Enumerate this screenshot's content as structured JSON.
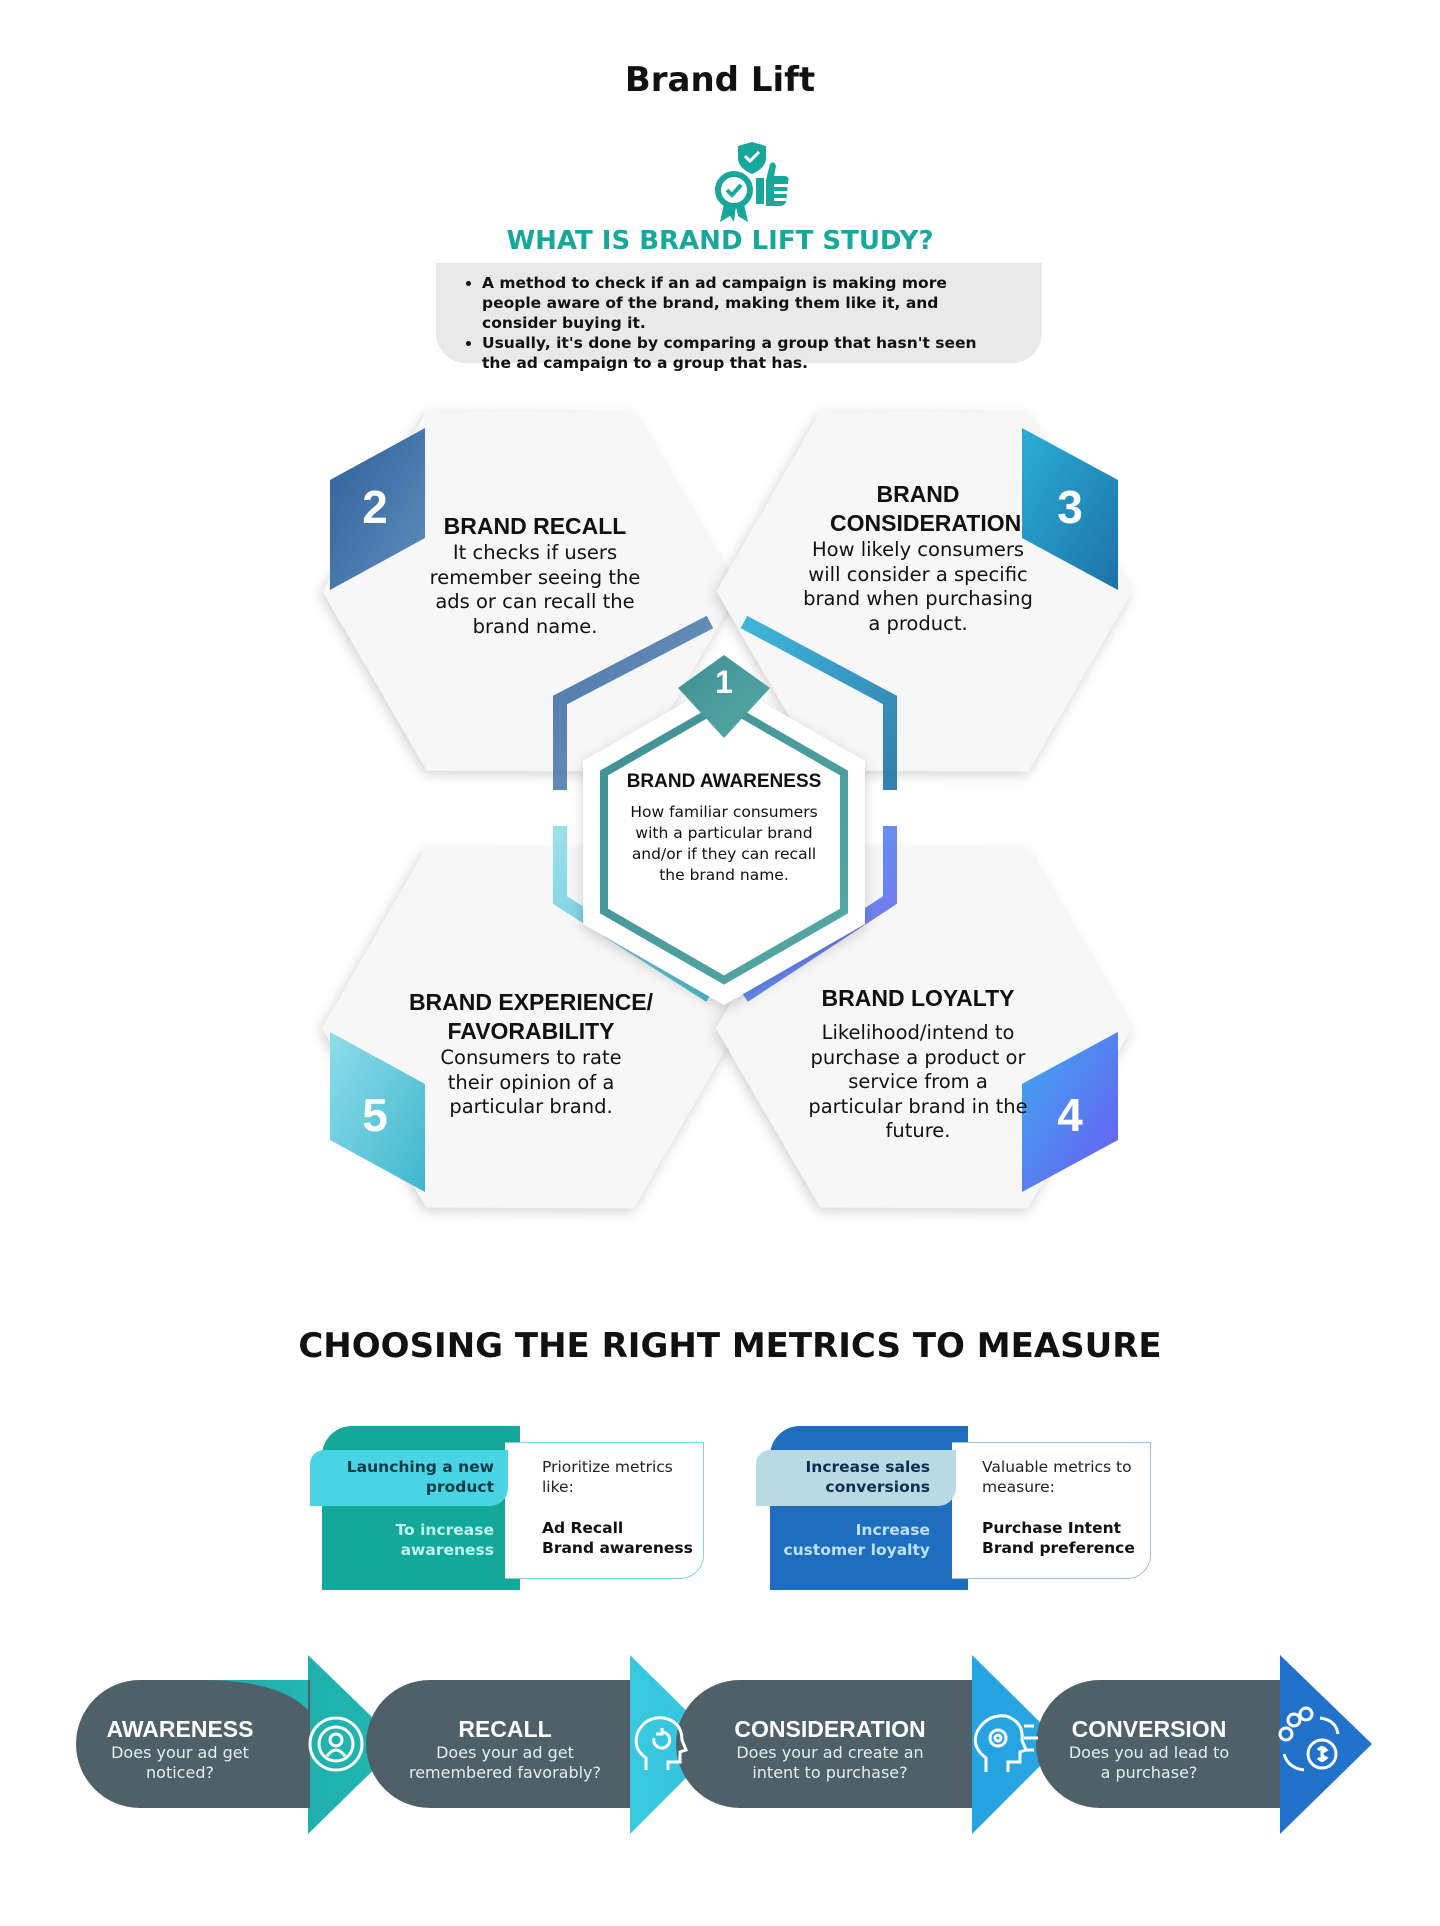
{
  "title": "Brand Lift",
  "what_is": {
    "heading": "WHAT IS BRAND LIFT STUDY?",
    "bullets": [
      "A method to check if an ad campaign is making more people aware of the brand, making them like it, and consider buying it.",
      "Usually, it's done by comparing a group that hasn't seen the ad campaign to a group that has."
    ]
  },
  "hexes": {
    "center": {
      "number": "1",
      "heading": "BRAND AWARENESS",
      "body": "How familiar consumers with a particular brand and/or if they can recall the brand name."
    },
    "recall": {
      "number": "2",
      "heading": "BRAND RECALL",
      "body": "It checks if users remember seeing the ads or can recall the brand name."
    },
    "consideration": {
      "number": "3",
      "heading": "BRAND CONSIDERATION",
      "body": "How likely consumers will consider a specific brand when purchasing a product."
    },
    "loyalty": {
      "number": "4",
      "heading": "BRAND LOYALTY",
      "body": "Likelihood/intend to purchase a product or service from a particular brand in the future."
    },
    "experience": {
      "number": "5",
      "heading": "BRAND EXPERIENCE/ FAVORABILITY",
      "body": "Consumers to rate their opinion of a particular brand."
    }
  },
  "metrics": {
    "heading": "CHOOSING THE RIGHT METRICS TO MEASURE",
    "cards": [
      {
        "goal": "Launching a new product",
        "aim": "To increase awareness",
        "intro": "Prioritize metrics like:",
        "metric1": "Ad Recall",
        "metric2": "Brand awareness"
      },
      {
        "goal": "Increase sales conversions",
        "aim": "Increase customer loyalty",
        "intro": "Valuable metrics to measure:",
        "metric1": "Purchase Intent",
        "metric2": "Brand preference"
      }
    ]
  },
  "funnel": [
    {
      "title": "AWARENESS",
      "question": "Does your ad get noticed?",
      "icon": "radar-user-icon"
    },
    {
      "title": "RECALL",
      "question": "Does your ad get remembered favorably?",
      "icon": "head-memory-icon"
    },
    {
      "title": "CONSIDERATION",
      "question": "Does your ad create an intent to purchase?",
      "icon": "head-gear-icon"
    },
    {
      "title": "CONVERSION",
      "question": "Does you ad lead to a purchase?",
      "icon": "people-dollar-icon"
    }
  ],
  "colors": {
    "teal": "#17a89b",
    "dark_slate": "#4e5f68",
    "recall_blue": "#3f6fa4",
    "consideration_blue": "#1f8fbf",
    "loyalty_violet": "#5d6ef0",
    "experience_cyan": "#6fd0df"
  }
}
